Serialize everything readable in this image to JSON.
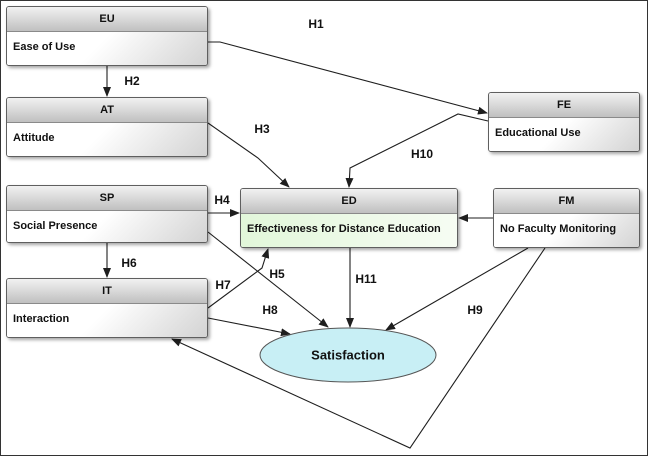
{
  "nodes": {
    "eu": {
      "code": "EU",
      "label": "Ease of Use"
    },
    "at": {
      "code": "AT",
      "label": "Attitude"
    },
    "sp": {
      "code": "SP",
      "label": "Social Presence"
    },
    "it": {
      "code": "IT",
      "label": "Interaction"
    },
    "ed": {
      "code": "ED",
      "label": "Effectiveness for Distance Education"
    },
    "fe": {
      "code": "FE",
      "label": "Educational Use"
    },
    "fm": {
      "code": "FM",
      "label": "No Faculty Monitoring"
    }
  },
  "outcome": {
    "label": "Satisfaction"
  },
  "hypotheses": {
    "h1": "H1",
    "h2": "H2",
    "h3": "H3",
    "h4": "H4",
    "h5": "H5",
    "h6": "H6",
    "h7": "H7",
    "h8": "H8",
    "h9": "H9",
    "h10": "H10",
    "h11": "H11"
  },
  "colors": {
    "outcome_fill": "#c8eff5",
    "outcome_stroke": "#555555",
    "edge": "#1e1e1e"
  }
}
